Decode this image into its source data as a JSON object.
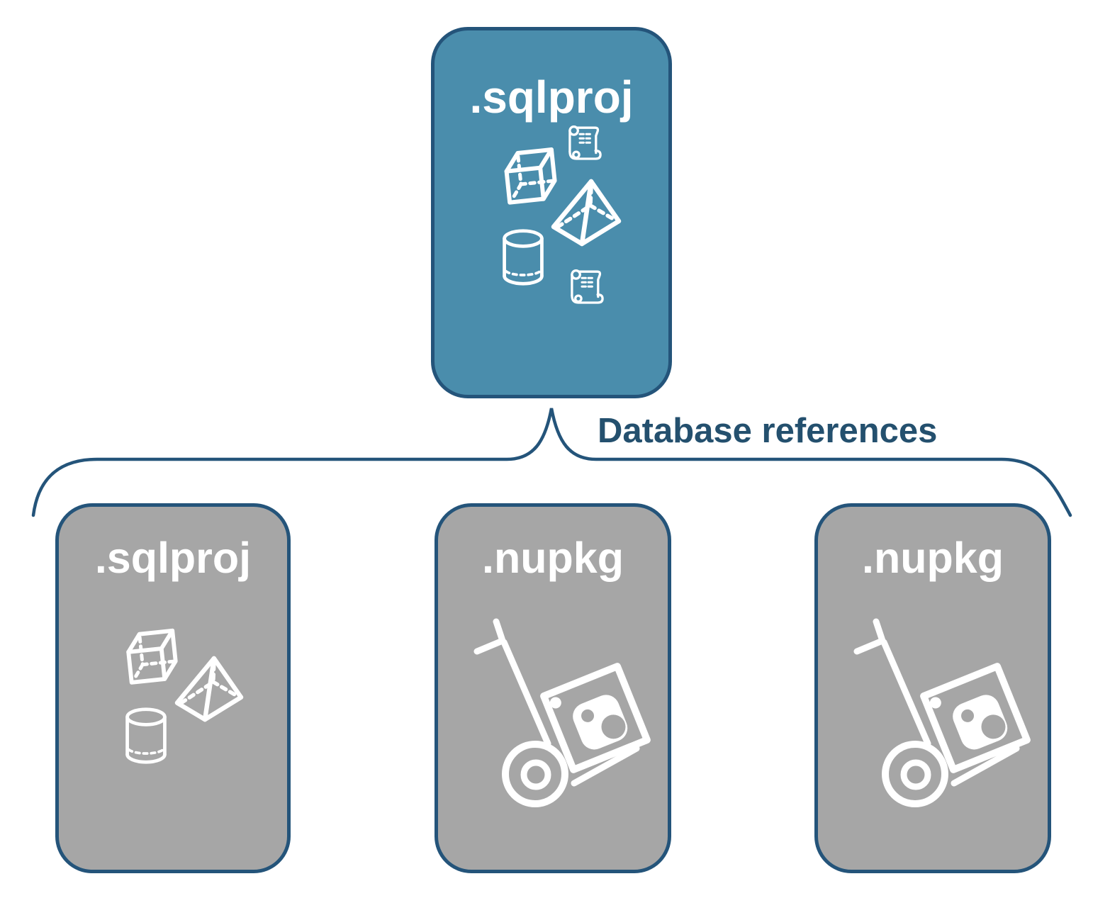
{
  "diagram": {
    "brace_label": "Database references",
    "colors": {
      "accent_fill": "#4A8DAC",
      "gray_fill": "#A6A6A6",
      "stroke": "#24547A",
      "label_text": "#24506E",
      "card_text": "#FFFFFF"
    },
    "top_card": {
      "title": ".sqlproj",
      "icons": [
        "scroll-icon",
        "cube-icon",
        "pyramid-icon",
        "database-cylinder-icon",
        "scroll-icon"
      ]
    },
    "bottom_cards": [
      {
        "title": ".sqlproj",
        "icons": [
          "cube-icon",
          "pyramid-icon",
          "database-cylinder-icon"
        ]
      },
      {
        "title": ".nupkg",
        "icons": [
          "nuget-package-dolly-icon"
        ]
      },
      {
        "title": ".nupkg",
        "icons": [
          "nuget-package-dolly-icon"
        ]
      }
    ]
  }
}
